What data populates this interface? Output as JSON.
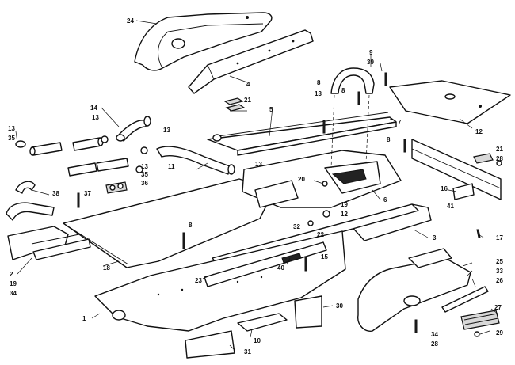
{
  "callouts": [
    {
      "id": "c24a",
      "text": "24"
    },
    {
      "id": "c4a",
      "text": "4"
    },
    {
      "id": "c9",
      "text": "9"
    },
    {
      "id": "c39",
      "text": "39"
    },
    {
      "id": "c8a",
      "text": "8"
    },
    {
      "id": "c13a",
      "text": "13"
    },
    {
      "id": "c21a",
      "text": "21"
    },
    {
      "id": "c5",
      "text": "5"
    },
    {
      "id": "c8b",
      "text": "8"
    },
    {
      "id": "c7",
      "text": "7"
    },
    {
      "id": "c12",
      "text": "12"
    },
    {
      "id": "c14",
      "text": "14"
    },
    {
      "id": "c13b",
      "text": "13"
    },
    {
      "id": "c13c",
      "text": "13"
    },
    {
      "id": "c13d",
      "text": "13"
    },
    {
      "id": "c35a",
      "text": "35"
    },
    {
      "id": "c13e",
      "text": "13"
    },
    {
      "id": "c35b",
      "text": "35"
    },
    {
      "id": "c36",
      "text": "36"
    },
    {
      "id": "c11",
      "text": "11"
    },
    {
      "id": "c13f",
      "text": "13"
    },
    {
      "id": "c8c",
      "text": "8"
    },
    {
      "id": "c21b",
      "text": "21"
    },
    {
      "id": "c28a",
      "text": "28"
    },
    {
      "id": "c20",
      "text": "20"
    },
    {
      "id": "c19a",
      "text": "19"
    },
    {
      "id": "c6",
      "text": "6"
    },
    {
      "id": "c16",
      "text": "16"
    },
    {
      "id": "c41",
      "text": "41"
    },
    {
      "id": "c38",
      "text": "38"
    },
    {
      "id": "c37",
      "text": "37"
    },
    {
      "id": "c12b",
      "text": "12"
    },
    {
      "id": "c22",
      "text": "22"
    },
    {
      "id": "c32",
      "text": "32"
    },
    {
      "id": "c17",
      "text": "17"
    },
    {
      "id": "c8d",
      "text": "8"
    },
    {
      "id": "c3",
      "text": "3"
    },
    {
      "id": "c2",
      "text": "2"
    },
    {
      "id": "c19b",
      "text": "19"
    },
    {
      "id": "c34a",
      "text": "34"
    },
    {
      "id": "c18",
      "text": "18"
    },
    {
      "id": "c15",
      "text": "15"
    },
    {
      "id": "c40",
      "text": "40"
    },
    {
      "id": "c23",
      "text": "23"
    },
    {
      "id": "c25",
      "text": "25"
    },
    {
      "id": "c33",
      "text": "33"
    },
    {
      "id": "c26",
      "text": "26"
    },
    {
      "id": "c1",
      "text": "1"
    },
    {
      "id": "c30",
      "text": "30"
    },
    {
      "id": "c27",
      "text": "27"
    },
    {
      "id": "c10",
      "text": "10"
    },
    {
      "id": "c34b",
      "text": "34"
    },
    {
      "id": "c28b",
      "text": "28"
    },
    {
      "id": "c29",
      "text": "29"
    },
    {
      "id": "c31",
      "text": "31"
    }
  ]
}
